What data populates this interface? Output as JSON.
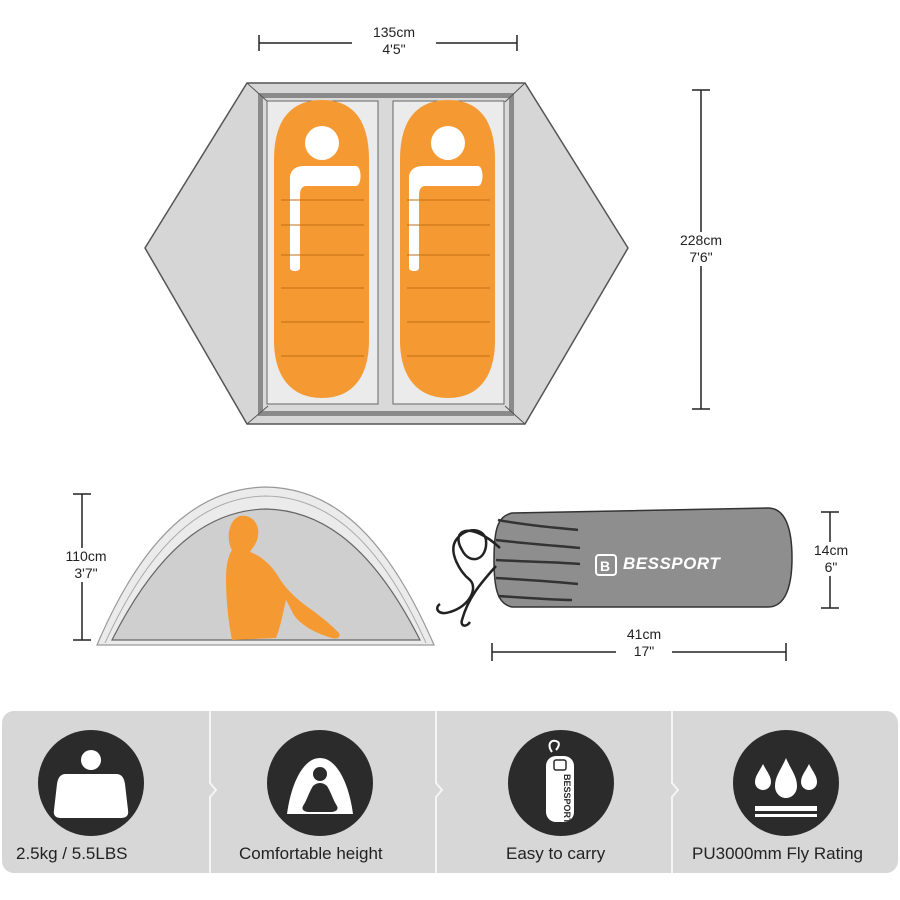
{
  "top_view": {
    "width_cm": "135cm",
    "width_in": "4'5\"",
    "length_cm": "228cm",
    "length_in": "7'6\""
  },
  "side_view": {
    "height_cm": "110cm",
    "height_in": "3'7\""
  },
  "bag": {
    "brand": "BESSPORT",
    "height_cm": "14cm",
    "height_in": "6\"",
    "length_cm": "41cm",
    "length_in": "17\""
  },
  "features": [
    {
      "icon": "weight-icon",
      "label": "2.5kg / 5.5LBS"
    },
    {
      "icon": "sitting-person-icon",
      "label": "Comfortable height"
    },
    {
      "icon": "carry-bag-icon",
      "label": "Easy to carry"
    },
    {
      "icon": "water-drops-icon",
      "label": "PU3000mm Fly Rating"
    }
  ],
  "colors": {
    "sleeping_bag": "#f59a33",
    "tent_fill": "#d4d4d4",
    "panel": "#d7d7d7",
    "icon_circle": "#2b2b2b"
  }
}
